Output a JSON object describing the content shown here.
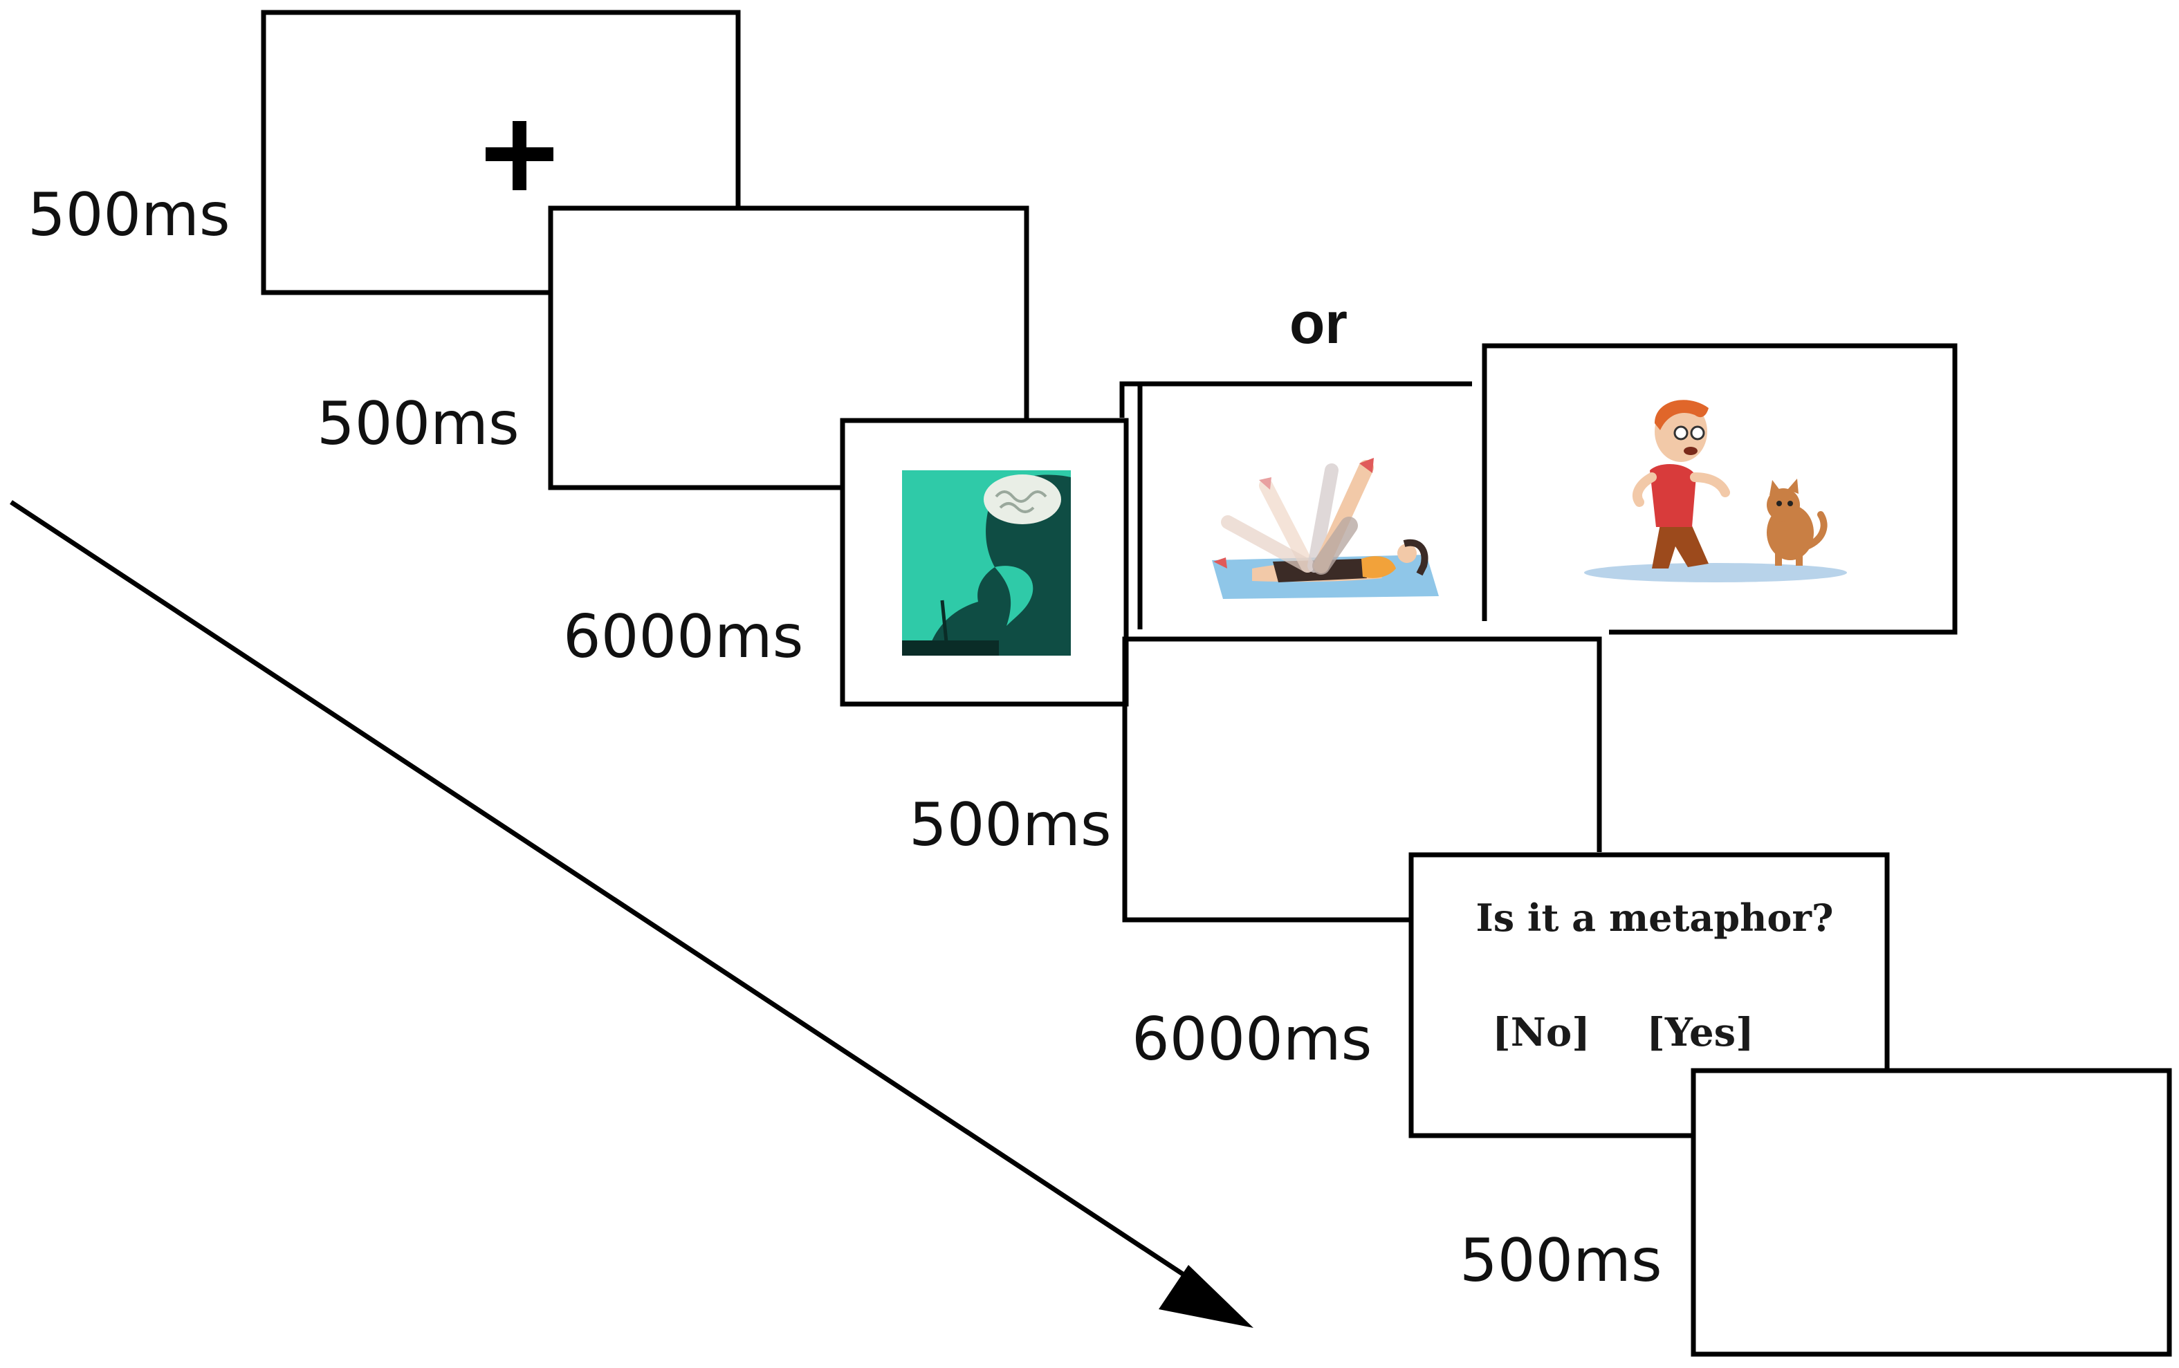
{
  "durations": {
    "fixation": "500ms",
    "blank_1": "500ms",
    "picture_1": "6000ms",
    "blank_2": "500ms",
    "question": "6000ms",
    "blank_3": "500ms"
  },
  "alternative_label": "or",
  "question": {
    "prompt": "Is it a metaphor?",
    "option_no": "[No]",
    "option_yes": "[Yes]"
  },
  "colors": {
    "thinking_bg": "#2fcaa8",
    "silhouette": "#0f4d44",
    "brain": "#e9eee6",
    "mat": "#8fc6e8",
    "line": "#000000"
  },
  "icons": {
    "fixation": "fixation-cross-icon",
    "thinking": "thinking-person-illustration",
    "exercise": "leg-exercise-illustration",
    "scared": "scared-boy-and-cat-illustration"
  }
}
